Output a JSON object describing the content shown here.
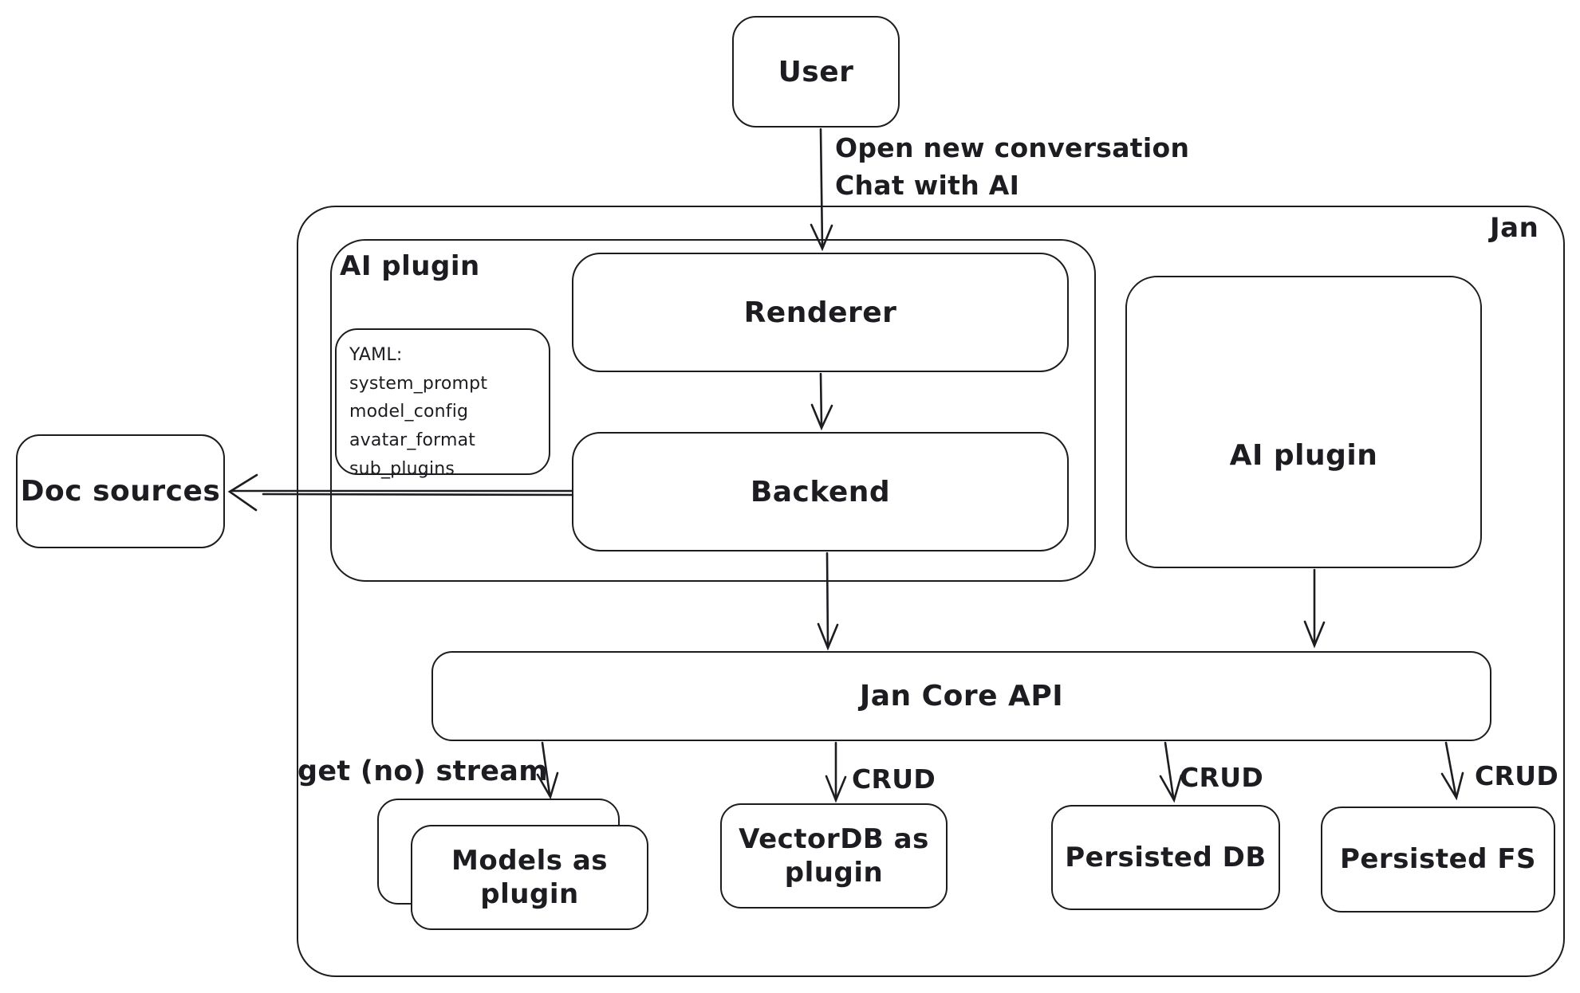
{
  "diagram": {
    "colors": {
      "stroke": "#1c1c21",
      "background": "#ffffff"
    },
    "nodes": {
      "user": {
        "label": "User"
      },
      "jan_container": {
        "label": "Jan"
      },
      "ai_plugin_container": {
        "label": "AI plugin"
      },
      "renderer": {
        "label": "Renderer"
      },
      "backend": {
        "label": "Backend"
      },
      "yaml_note": {
        "lines": [
          "YAML:",
          "system_prompt",
          "model_config",
          "avatar_format",
          "sub_plugins"
        ]
      },
      "doc_sources": {
        "label": "Doc sources"
      },
      "ai_plugin_right": {
        "label": "AI plugin"
      },
      "jan_core_api": {
        "label": "Jan Core API"
      },
      "models_plugin": {
        "label": "Models as plugin"
      },
      "vectordb_plugin": {
        "label": "VectorDB as plugin"
      },
      "persisted_db": {
        "label": "Persisted DB"
      },
      "persisted_fs": {
        "label": "Persisted FS"
      }
    },
    "edges": {
      "user_to_renderer": {
        "label_line1": "Open new conversation",
        "label_line2": "Chat with AI"
      },
      "jancore_to_models": {
        "label": "get (no) stream"
      },
      "jancore_to_vectordb": {
        "label": "CRUD"
      },
      "jancore_to_persisted_db": {
        "label": "CRUD"
      },
      "jancore_to_persisted_fs": {
        "label": "CRUD"
      }
    }
  }
}
